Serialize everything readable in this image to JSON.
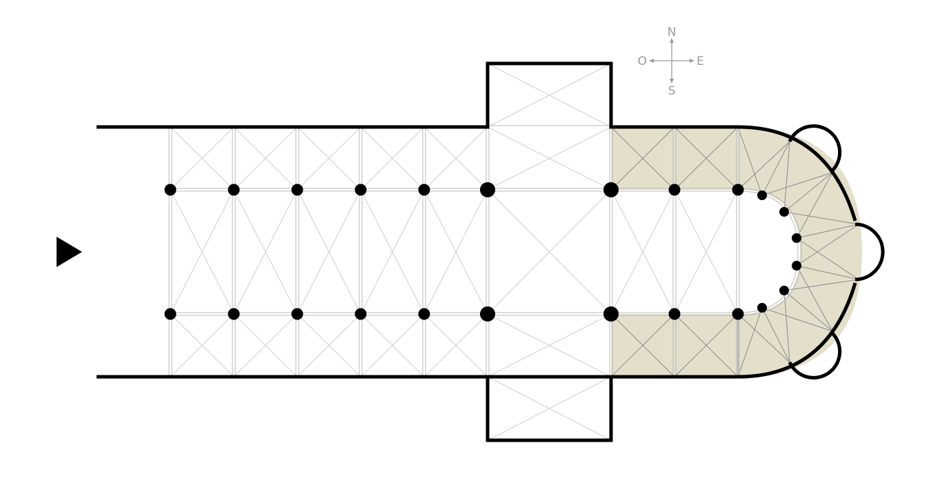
{
  "colors": {
    "ambulatory_fill": "#e3dfcb",
    "wall": "#000000",
    "rib": "#d2d2d2",
    "compass": "#9a9a9a"
  },
  "compass": {
    "north": "N",
    "south": "S",
    "east": "E",
    "west": "O"
  },
  "icons": {
    "entrance": "entrance-arrow-icon",
    "compass": "compass-rose-icon"
  }
}
